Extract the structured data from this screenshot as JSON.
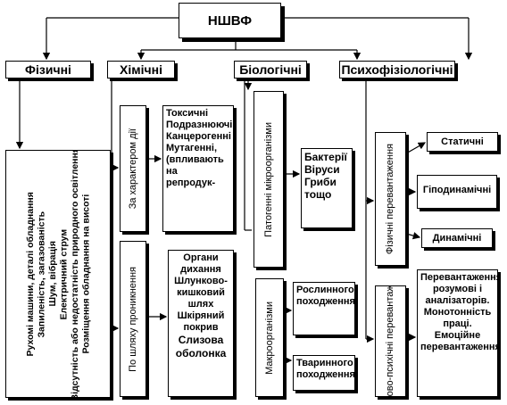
{
  "root": "НШВФ",
  "categories": {
    "physical": "Фізичні",
    "chemical": "Хімічні",
    "biological": "Біологічні",
    "psycho": "Психофізіологічні"
  },
  "physical_list": [
    "Рухомі машини, деталі обладнання",
    "Запиленість, загазованість",
    "Шум, вібрація",
    "Електричний струм",
    "Відсутність або недостатність природного освітлення",
    "Розміщення обладнання на висоті"
  ],
  "chemical": {
    "by_nature_label": "За характером дії",
    "by_nature_items": [
      "Токсичні",
      "Подразнюючі",
      "Канцерогенні",
      "Мутагенні,",
      "(впливають на",
      "репродук-"
    ],
    "by_path_label": "По шляху проникнення",
    "by_path_items": [
      "Органи дихання",
      "Шлунково-кишковий шлях",
      "Шкіряний покрив",
      "Слизова оболонка"
    ]
  },
  "biological": {
    "pathogen_label": "Патогенні мікроорганізми",
    "pathogen_items": [
      "Бактерії",
      "Віруси",
      "Гриби",
      "тощо"
    ],
    "macro_label": "Макроорганізми",
    "plant": "Рослинного походження",
    "animal": "Тваринного походження"
  },
  "psycho": {
    "physical_label": "Фізичні перевантаження",
    "static": "Статичні",
    "hypodynamic": "Гіподинамічні",
    "dynamic": "Динамічні",
    "neuro_label": "Нервово-психічні перевантаження",
    "neuro_items": [
      "Перевантаження розумові і",
      "аналізаторів.",
      "Монотонність праці.",
      "Емоційне перевантаження"
    ]
  }
}
